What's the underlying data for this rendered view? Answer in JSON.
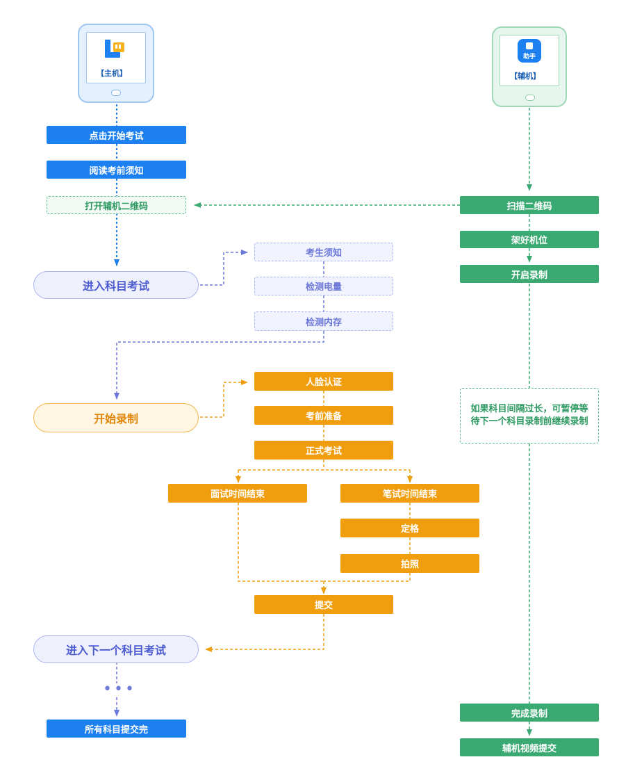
{
  "colors": {
    "blue": "#1c80f0",
    "green": "#3aaa72",
    "orange": "#f09e0e",
    "lavender": "#a9b4f1",
    "lavender_arrow": "#6b78d8"
  },
  "host": {
    "label": "【主机】",
    "icon": "host-app-icon",
    "steps": [
      "点击开始考试",
      "阅读考前须知",
      "打开辅机二维码"
    ]
  },
  "aux": {
    "label": "【辅机】",
    "icon": "helper-app-icon",
    "icon_text": "助手",
    "steps": [
      "扫描二维码",
      "架好机位",
      "开启录制"
    ],
    "note": "如果科目间隔过长，可暂停等待下一个科目录制前继续录制",
    "end_steps": [
      "完成录制",
      "辅机视频提交"
    ]
  },
  "main": {
    "enter_subject": "进入科目考试",
    "checks": [
      "考生须知",
      "检测电量",
      "检测内存"
    ],
    "start_recording": "开始录制",
    "recording_steps": [
      "人脸认证",
      "考前准备",
      "正式考试"
    ],
    "interview_end": "面试时间结束",
    "written_end": "笔试时间结束",
    "written_steps": [
      "定格",
      "拍照"
    ],
    "submit": "提交",
    "next_subject": "进入下一个科目考试",
    "dots": "•••",
    "all_submitted": "所有科目提交完"
  }
}
